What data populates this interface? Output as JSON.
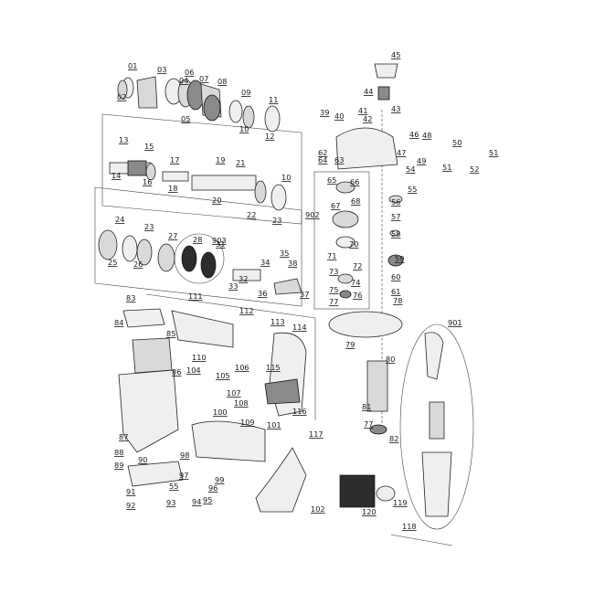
{
  "labels": {
    "p01": "01",
    "p02": "02",
    "p03": "03",
    "p04": "04",
    "p05": "05",
    "p06": "06",
    "p07": "07",
    "p08": "08",
    "p09": "09",
    "p10": "10",
    "p10b": "10",
    "p11": "11",
    "p12": "12",
    "p13": "13",
    "p14": "14",
    "p15": "15",
    "p16": "16",
    "p17": "17",
    "p18": "18",
    "p19": "19",
    "p20": "20",
    "p21": "21",
    "p22": "22",
    "p23": "23",
    "p24": "24",
    "p25": "25",
    "p26": "26",
    "p27": "27",
    "p28": "28",
    "p31": "31",
    "p32": "32",
    "p33": "33",
    "p34": "34",
    "p35": "35",
    "p36": "36",
    "p37": "37",
    "p38": "38",
    "p39": "39",
    "p40": "40",
    "p41": "41",
    "p42": "42",
    "p43": "43",
    "p44": "44",
    "p45": "45",
    "p46": "46",
    "p47": "47",
    "p48": "48",
    "p49": "49",
    "p50": "50",
    "p51": "51",
    "p51b": "51",
    "p52": "52",
    "p54": "54",
    "p55": "55",
    "p56": "56",
    "p57": "57",
    "p58": "58",
    "p59": "59",
    "p60": "60",
    "p61": "61",
    "p62": "62",
    "p63": "63",
    "p64": "64",
    "p65": "65",
    "p66": "66",
    "p67": "67",
    "p68": "68",
    "p70": "70",
    "p71": "71",
    "p72": "72",
    "p73": "73",
    "p74": "74",
    "p75": "75",
    "p76": "76",
    "p77": "77",
    "p77b": "77",
    "p78": "78",
    "p79": "79",
    "p80": "80",
    "p81": "81",
    "p82": "82",
    "p83": "83",
    "p84": "84",
    "p85": "85",
    "p86": "86",
    "p87": "87",
    "p88": "88",
    "p89": "89",
    "p90": "90",
    "p91": "91",
    "p92": "92",
    "p93": "93",
    "p94": "94",
    "p95": "95",
    "p96": "96",
    "p97": "97",
    "p98": "98",
    "p99": "99",
    "p100": "100",
    "p101": "101",
    "p102": "102",
    "p104": "104",
    "p105": "105",
    "p106": "106",
    "p107": "107",
    "p108": "108",
    "p109": "109",
    "p110": "110",
    "p111": "111",
    "p112": "112",
    "p113": "113",
    "p114": "114",
    "p115": "115",
    "p116": "116",
    "p117": "117",
    "p118": "118",
    "p119": "119",
    "p120": "120",
    "p901": "901",
    "p902": "902",
    "p903": "903"
  }
}
